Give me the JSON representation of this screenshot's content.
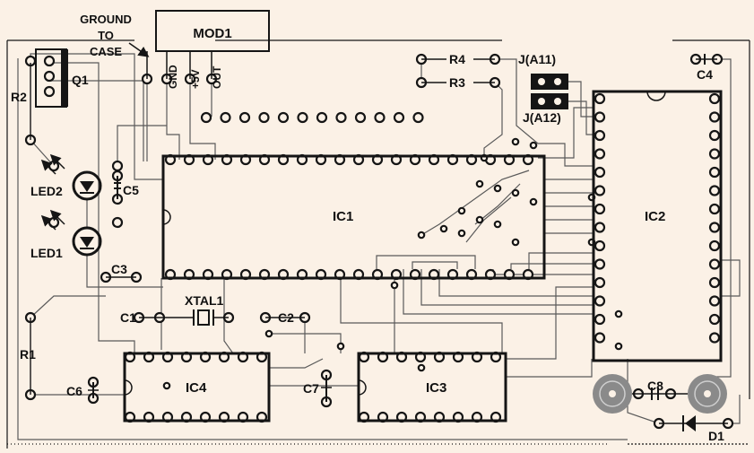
{
  "diagram": {
    "colors": {
      "background": "#fbf1e6",
      "ink": "#151515",
      "trace": "#5a5a5a",
      "pad_fill": "#fbf1e6",
      "speaker": "#8a8a8a"
    },
    "labels": {
      "ground_to_case": [
        "GROUND",
        "TO",
        "CASE"
      ],
      "mod1": "MOD1",
      "mod1_pins": [
        "GND",
        "+5V",
        "OUT"
      ],
      "q1": "Q1",
      "r1": "R1",
      "r2": "R2",
      "r3": "R3",
      "r4": "R4",
      "led1": "LED1",
      "led2": "LED2",
      "c1": "C1",
      "c2": "C2",
      "c3": "C3",
      "c4": "C4",
      "c5": "C5",
      "c6": "C6",
      "c7": "C7",
      "c8": "C8",
      "xtal1": "XTAL1",
      "ic1": "IC1",
      "ic2": "IC2",
      "ic3": "IC3",
      "ic4": "IC4",
      "d1": "D1",
      "j_a11": "J(A11)",
      "j_a12": "J(A12)"
    },
    "components": [
      {
        "id": "mod1",
        "type": "module"
      },
      {
        "id": "ic1",
        "type": "dip",
        "pins": 40
      },
      {
        "id": "ic2",
        "type": "dip",
        "pins": 28
      },
      {
        "id": "ic3",
        "type": "dip",
        "pins": 16
      },
      {
        "id": "ic4",
        "type": "dip",
        "pins": 16
      },
      {
        "id": "q1",
        "type": "transistor"
      },
      {
        "id": "led1",
        "type": "led"
      },
      {
        "id": "led2",
        "type": "led"
      },
      {
        "id": "d1",
        "type": "diode"
      },
      {
        "id": "xtal1",
        "type": "crystal"
      },
      {
        "id": "j_a11",
        "type": "jumper"
      },
      {
        "id": "j_a12",
        "type": "jumper"
      },
      {
        "id": "speaker_left",
        "type": "speaker-pad"
      },
      {
        "id": "speaker_right",
        "type": "speaker-pad"
      }
    ]
  }
}
